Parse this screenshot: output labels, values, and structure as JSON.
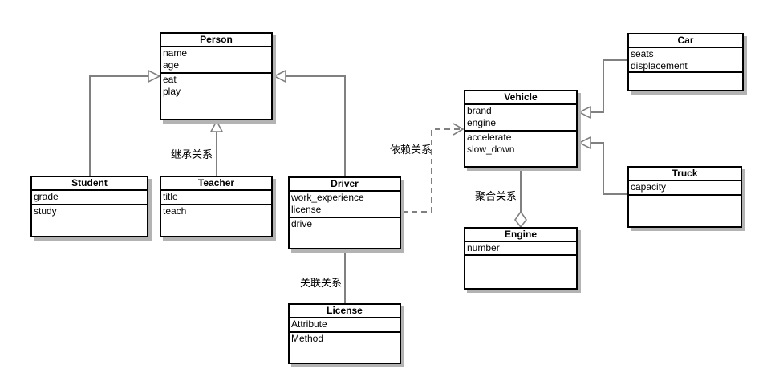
{
  "diagram_type": "uml-class-diagram",
  "classes": [
    {
      "name": "Person",
      "attributes": [
        "name",
        "age"
      ],
      "methods": [
        "eat",
        "play"
      ]
    },
    {
      "name": "Student",
      "attributes": [
        "grade"
      ],
      "methods": [
        "study"
      ]
    },
    {
      "name": "Teacher",
      "attributes": [
        "title"
      ],
      "methods": [
        "teach"
      ]
    },
    {
      "name": "Driver",
      "attributes": [
        "work_experience",
        "license"
      ],
      "methods": [
        "drive"
      ]
    },
    {
      "name": "License",
      "attributes": [
        "Attribute"
      ],
      "methods": [
        "Method"
      ]
    },
    {
      "name": "Vehicle",
      "attributes": [
        "brand",
        "engine"
      ],
      "methods": [
        "accelerate",
        "slow_down"
      ]
    },
    {
      "name": "Engine",
      "attributes": [
        "number"
      ],
      "methods": []
    },
    {
      "name": "Car",
      "attributes": [
        "seats",
        "displacement"
      ],
      "methods": []
    },
    {
      "name": "Truck",
      "attributes": [
        "capacity"
      ],
      "methods": []
    }
  ],
  "relationship_labels": {
    "inheritance": "继承关系",
    "dependency": "依赖关系",
    "association": "关联关系",
    "aggregation": "聚合关系"
  },
  "colors": {
    "line": "#808080",
    "border": "#000000",
    "shadow": "#b3b3b3",
    "bg": "#ffffff"
  }
}
